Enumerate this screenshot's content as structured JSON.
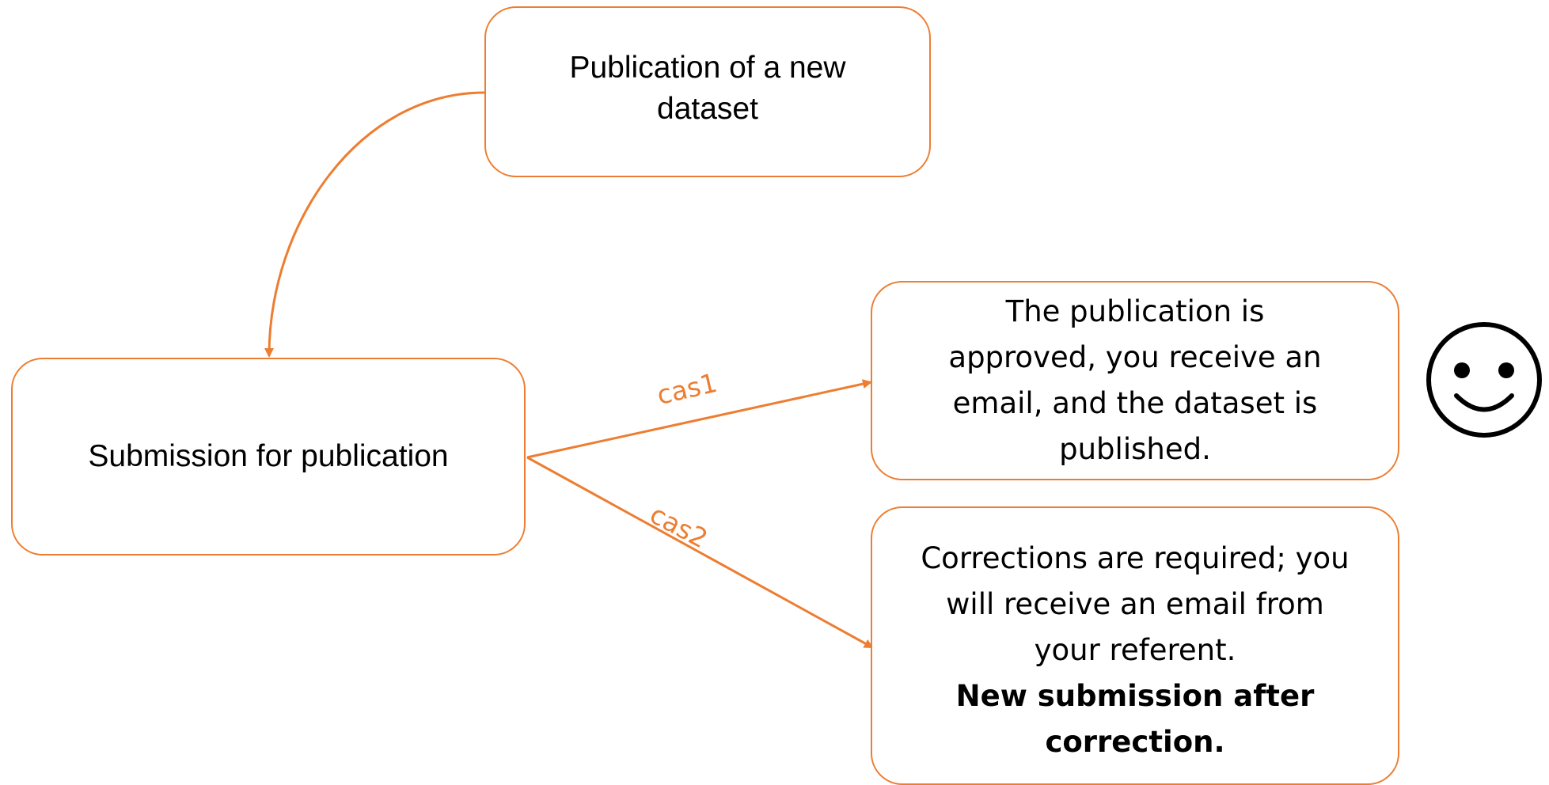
{
  "nodes": {
    "publication": [
      "Publication of a new",
      "dataset"
    ],
    "submission": "Submission for publication",
    "approved": [
      "The publication is",
      "approved, you receive an",
      "email, and the dataset is",
      "published."
    ],
    "corrections": {
      "lines": [
        "Corrections are required; you",
        "will receive an email from",
        "your referent."
      ],
      "bold_lines": [
        "New submission after",
        "correction."
      ]
    }
  },
  "edges": {
    "case1_label": "cas1",
    "case2_label": "cas2"
  },
  "icons": {
    "outcome_icon": "smiley-face-icon"
  },
  "colors": {
    "accent": "#ED7D31",
    "text": "#000000"
  }
}
